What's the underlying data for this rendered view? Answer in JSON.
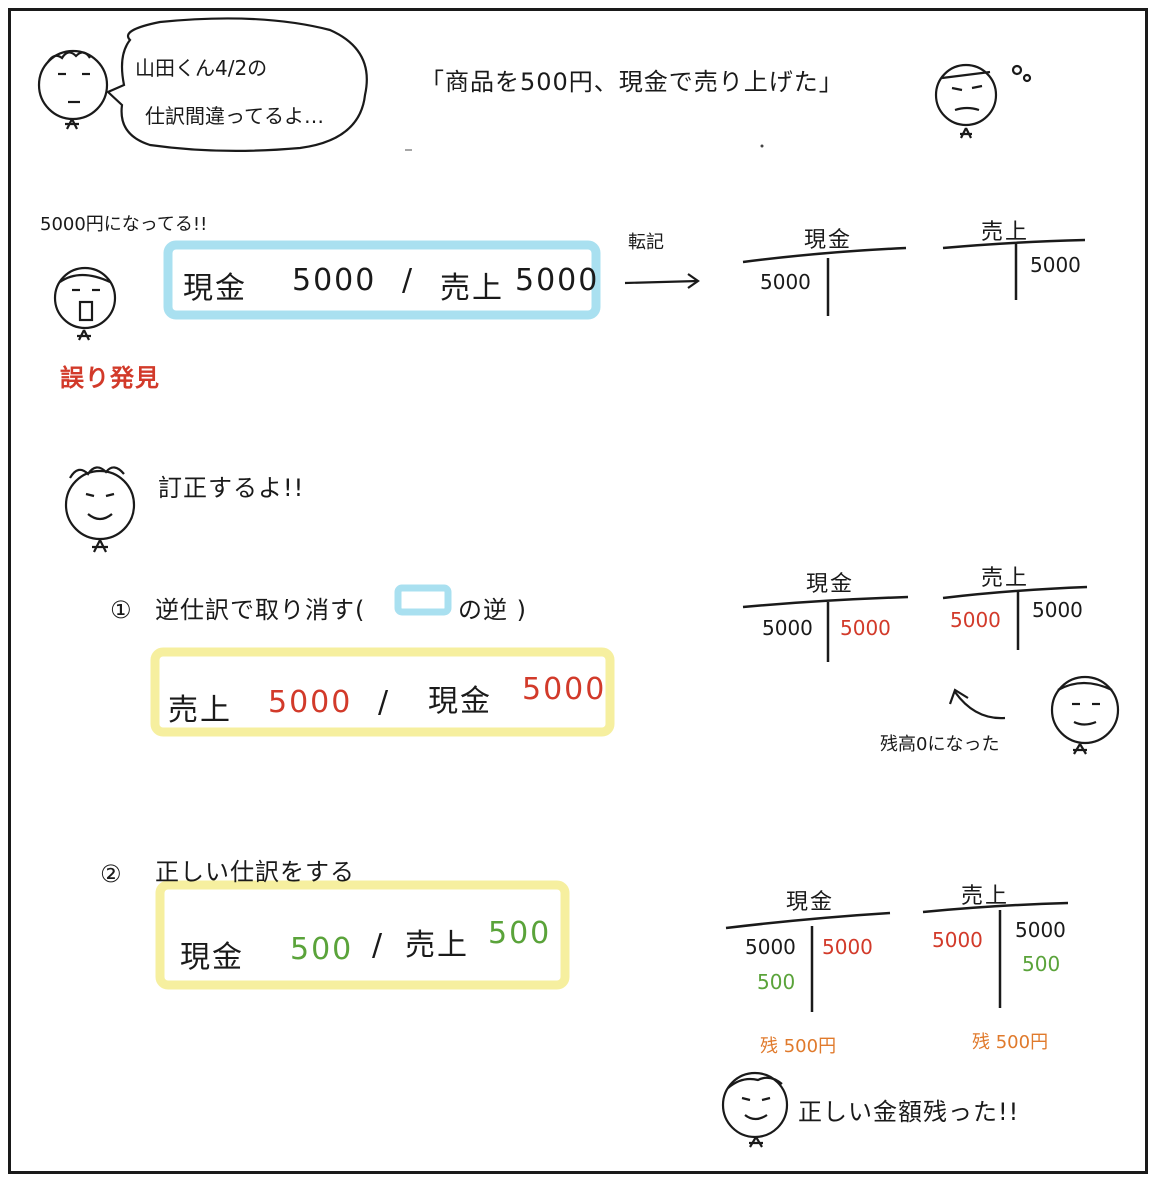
{
  "colors": {
    "ink": "#1a1a1a",
    "red": "#d23a2a",
    "green": "#5aa33a",
    "orange": "#e07a2c",
    "blue_box": "#a9e0f0",
    "yellow_box": "#f6ef9f"
  },
  "header": {
    "speech_line1": "山田くん4/2の",
    "speech_line2": "仕訳間違ってるよ…",
    "quote": "「商品を500円、現金で売り上げた」"
  },
  "wrong": {
    "note": "5000円になってる!!",
    "entry_debit": "現金",
    "entry_debit_amount": "5000",
    "slash": "/",
    "entry_credit": "売上",
    "entry_credit_amount": "5000",
    "transfer_label": "転記",
    "caption": "誤り発見"
  },
  "ledgers_top": {
    "cash_title": "現金",
    "cash_debit": "5000",
    "sales_title": "売上",
    "sales_credit": "5000"
  },
  "correct": {
    "heading": "訂正するよ!!",
    "step1_number": "①",
    "step1_text_a": "逆仕訳で取り消す(",
    "step1_text_b": "の逆 )",
    "step1_debit": "売上",
    "step1_debit_amount": "5000",
    "step1_credit": "現金",
    "step1_credit_amount": "5000",
    "step2_number": "②",
    "step2_text": "正しい仕訳をする",
    "step2_debit": "現金",
    "step2_debit_amount": "500",
    "step2_credit": "売上",
    "step2_credit_amount": "500"
  },
  "ledgers_mid": {
    "cash_title": "現金",
    "cash_debit": "5000",
    "cash_credit": "5000",
    "sales_title": "売上",
    "sales_debit": "5000",
    "sales_credit": "5000",
    "note": "残高0になった"
  },
  "ledgers_bottom": {
    "cash_title": "現金",
    "cash_debit_1": "5000",
    "cash_debit_2": "500",
    "cash_credit": "5000",
    "cash_balance": "残 500円",
    "sales_title": "売上",
    "sales_debit": "5000",
    "sales_credit_1": "5000",
    "sales_credit_2": "500",
    "sales_balance": "残 500円",
    "final_note": "正しい金額残った!!"
  }
}
